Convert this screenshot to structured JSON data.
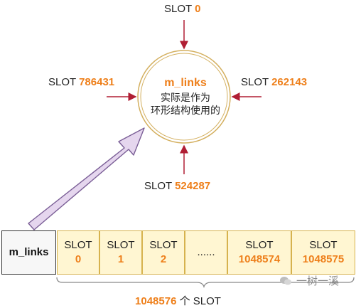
{
  "ring": {
    "title": "m_links",
    "desc_line1": "实际是作为",
    "desc_line2": "环形结构使用的"
  },
  "slots_around": {
    "top": {
      "label": "SLOT",
      "number": "0"
    },
    "left": {
      "label": "SLOT",
      "number": "786431"
    },
    "right": {
      "label": "SLOT",
      "number": "262143"
    },
    "bottom": {
      "label": "SLOT",
      "number": "524287"
    }
  },
  "array": {
    "head_label": "m_links",
    "cells": [
      {
        "label": "SLOT",
        "number": "0"
      },
      {
        "label": "SLOT",
        "number": "1"
      },
      {
        "label": "SLOT",
        "number": "2"
      },
      {
        "label": "......",
        "number": ""
      },
      {
        "label": "SLOT",
        "number": "1048574"
      },
      {
        "label": "SLOT",
        "number": "1048575"
      }
    ],
    "total_number": "1048576",
    "total_suffix": " 个 SLOT"
  },
  "watermark": "一树一溪",
  "colors": {
    "accent": "#ee7f1a",
    "arrow": "#b01e34",
    "ring": "#c9a24a",
    "cell_fill": "#fff6d2",
    "pointer_fill": "#e5d6ee",
    "pointer_stroke": "#7a5e96"
  }
}
